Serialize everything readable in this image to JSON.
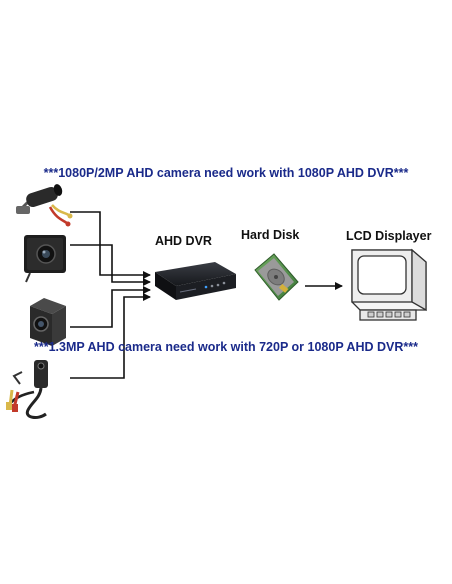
{
  "notes": {
    "top": "***1080P/2MP AHD camera need work with 1080P AHD DVR***",
    "bottom": "***1.3MP AHD camera need work with 720P or 1080P AHD DVR***"
  },
  "labels": {
    "dvr": "AHD DVR",
    "disk": "Hard Disk",
    "lcd": "LCD Displayer"
  },
  "colors": {
    "note_text": "#1a2a8a",
    "label_text": "#111111",
    "line": "#111111"
  },
  "icons": {
    "camera_1": "bullet-camera-icon",
    "camera_2": "square-board-camera-icon",
    "camera_3": "mini-box-camera-icon",
    "camera_4": "pinhole-cable-camera-icon",
    "dvr": "dvr-recorder-icon",
    "disk": "hard-disk-icon",
    "lcd": "crt-monitor-icon"
  }
}
